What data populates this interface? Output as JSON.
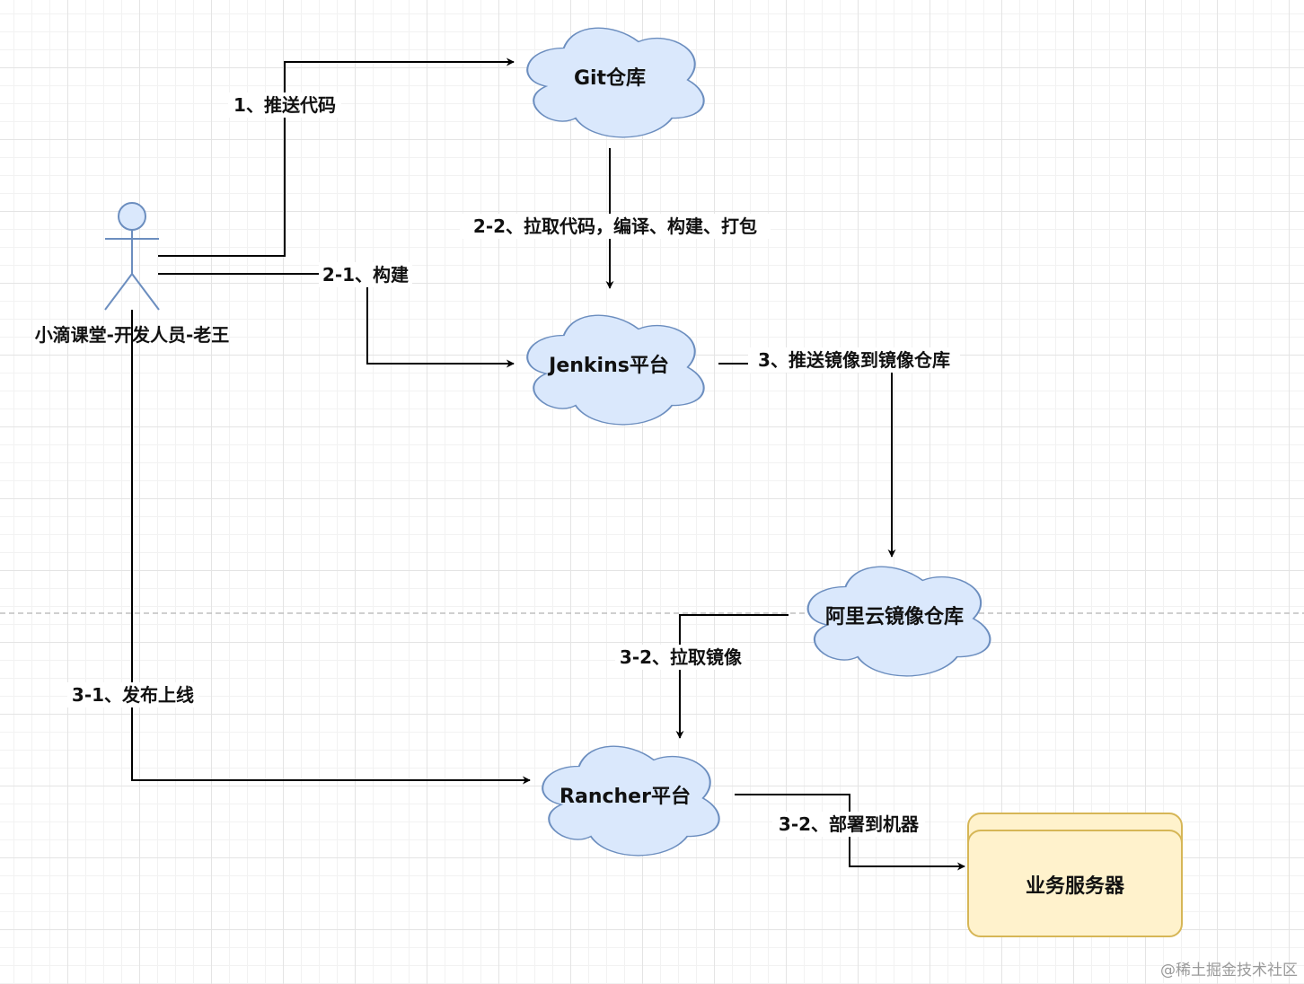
{
  "nodes": {
    "git_repo": "Git仓库",
    "jenkins": "Jenkins平台",
    "aliyun_registry": "阿里云镜像仓库",
    "rancher": "Rancher平台",
    "business_server": "业务服务器"
  },
  "actor": {
    "label": "小滴课堂-开发人员-老王"
  },
  "edges": {
    "push_code": "1、推送代码",
    "build": "2-1、构建",
    "pull_compile": "2-2、拉取代码，编译、构建、打包",
    "push_image": "3、推送镜像到镜像仓库",
    "pull_image": "3-2、拉取镜像",
    "release": "3-1、发布上线",
    "deploy": "3-2、部署到机器"
  },
  "watermark": "@稀土掘金技术社区",
  "colors": {
    "cloud_fill": "#dae8fc",
    "cloud_stroke": "#6c8ebf",
    "server_fill": "#fff2cc",
    "server_stroke": "#d6b656",
    "edge": "#000000"
  }
}
